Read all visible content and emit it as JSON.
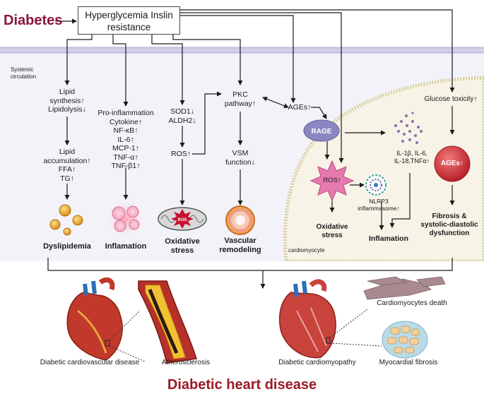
{
  "title": "Diabetes",
  "hyper_box": {
    "text": "Hyperglycemia\nInslin resistance"
  },
  "labels": {
    "systemic_circulation": "Systemic\ncirculation",
    "lipid_synth": "Lipid\nsynthesis↑\nLipidolysis↓",
    "lipid_accum": "Lipid\naccumulation↑\nFFA↑\nTG↑",
    "dyslipidemia": "Dyslipidemia",
    "proinflam": "Pro-inflammation\nCytokine↑\nNF-κB↑\nIL-6↑\nMCP-1↑\nTNF-α↑\nTNF-β1↑",
    "inflamation_left": "Inflamation",
    "sod": "SOD1↓\nALDH2↓",
    "ros_left": "ROS↑",
    "ros_badge": "ROS",
    "oxidative_left": "Oxidative\nstress",
    "pkc": "PKC\npathway↑",
    "vsm": "VSM\nfunction↓",
    "vascular": "Vascular\nremodeling",
    "ages_mid": "AGEs↑",
    "rage": "RAGE",
    "ros_right": "ROS↑",
    "nlrp3": "NLRP3\ninflammasome↑",
    "cytokines": "IL-1β, IL-6,\nIL-18,TNFα↑",
    "oxidative_right": "Oxidative\nstress",
    "inflamation_right": "Inflamation",
    "cardiomyocyte": "cardiomyocyte",
    "glucose": "Glucose toxicity↑",
    "ages_right": "AGEs↑",
    "fibrosis": "Fibrosis &\nsystolic-diastolic\ndysfunction",
    "diabetic_cvd": "Diabetic cardiovascular disease",
    "atherosclerosis": "Atherosclerosis",
    "cardiomyocytes_death": "Cardiomyocytes death",
    "diabetic_cm": "Diabetic cardiomyopathy",
    "myocardial_fibrosis": "Myocardial fibrosis"
  },
  "bottom_title": "Diabetic heart disease",
  "colors": {
    "title": "#8a1538",
    "bottom_title": "#9a1c24",
    "membrane": "#c9c3e0",
    "cell_fill": "#f6f2e4",
    "rage_fill": "#8c86c2",
    "ros_fill": "#e57ab0",
    "ages_fill": "#d8434a",
    "heart": "#c0392b"
  }
}
